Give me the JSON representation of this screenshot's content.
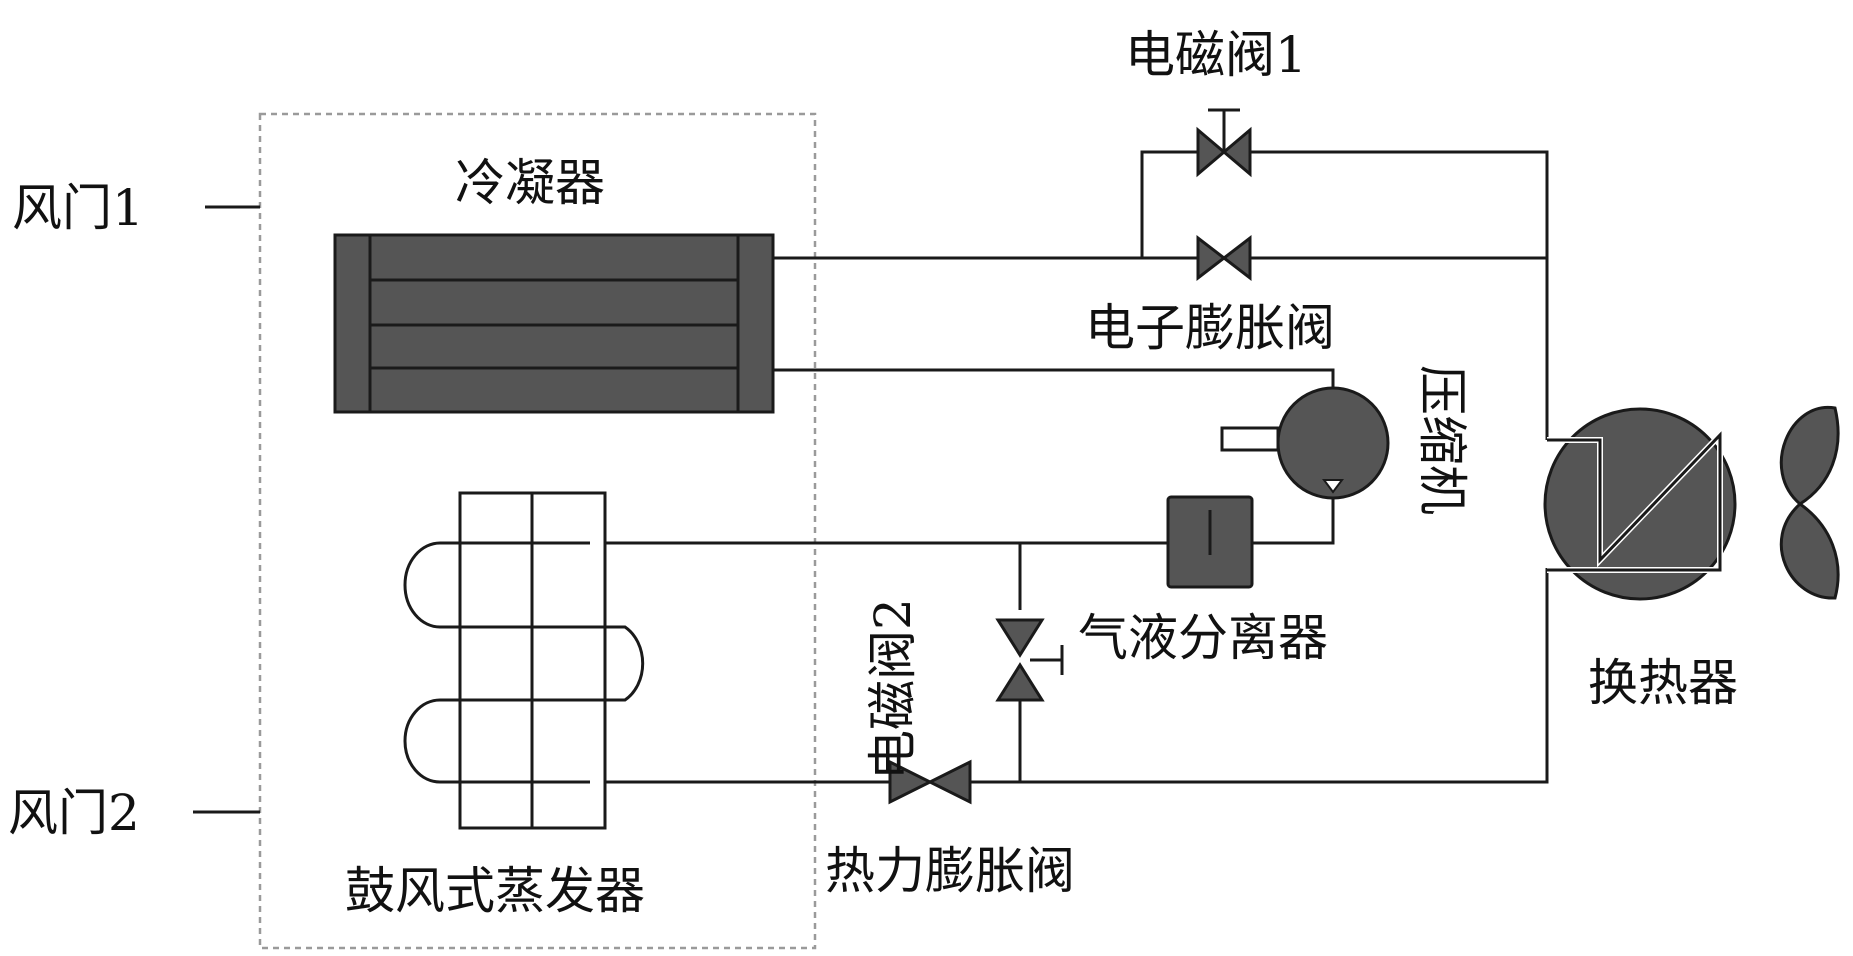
{
  "labels": {
    "damper1": "风门1",
    "damper2": "风门2",
    "condenser": "冷凝器",
    "solenoid_valve_1": "电磁阀1",
    "electronic_expansion_valve": "电子膨胀阀",
    "compressor": "压缩机",
    "solenoid_valve_2": "电磁阀2",
    "gas_liquid_separator": "气液分离器",
    "heat_exchanger": "换热器",
    "blower_evaporator": "鼓风式蒸发器",
    "thermal_expansion_valve": "热力膨胀阀"
  },
  "colors": {
    "device_fill": "#555555",
    "line": "#1a1a1a",
    "enclosure_dash": "#9a9a9a",
    "background": "#ffffff"
  }
}
